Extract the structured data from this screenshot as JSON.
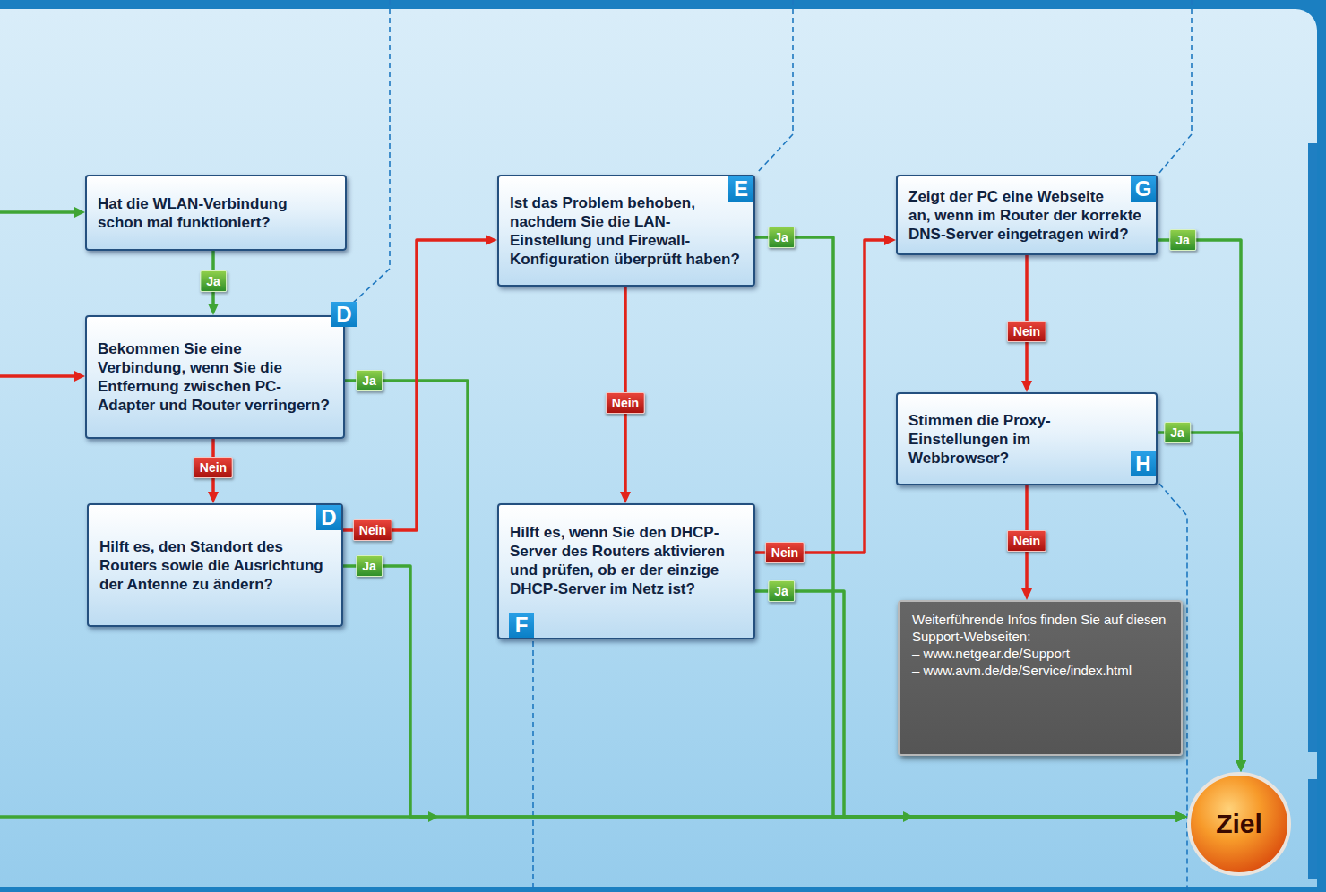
{
  "diagram": {
    "nodes": [
      {
        "text": [
          "Hat die WLAN-Verbindung schon mal funktioniert?"
        ]
      },
      {
        "text": [
          "Bekommen Sie eine Verbindung, wenn Sie die Entfernung zwischen PC-Adapter und Router verringern?",
          "D"
        ]
      },
      {
        "text": [
          "Hilft es, den Standort des Routers sowie die Ausrichtung der Antenne zu ändern?",
          "D"
        ]
      },
      {
        "text": [
          "Ist das Problem behoben, nachdem Sie die LAN-Einstellung und Firewall-Konfiguration überprüft haben?",
          "E"
        ]
      },
      {
        "text": [
          "Hilft es, wenn Sie den DHCP-Server des Routers aktivieren und prüfen, ob er der einzige DHCP-Server im Netz ist?",
          "F"
        ]
      },
      {
        "text": [
          "Zeigt der PC eine Webseite an, wenn im Router der korrekte DNS-Server eingetragen wird?",
          "G"
        ]
      },
      {
        "text": [
          "Stimmen die Proxy-Einstellungen im Webbrowser?",
          "H"
        ]
      },
      {
        "text": [
          "Weiterführende Infos finden Sie auf diesen Support-Webseiten:",
          "– www.netgear.de/Support",
          "– www.avm.de/de/Service/index.html"
        ]
      },
      {
        "text": [
          "Ziel"
        ]
      }
    ],
    "edges": [
      {
        "from": 0,
        "to": 1,
        "label": "Ja",
        "arrow": "to"
      },
      {
        "from": 1,
        "to": 2,
        "label": "Nein",
        "arrow": "to"
      },
      {
        "from": 1,
        "to": 8,
        "label": "Ja",
        "arrow": "to"
      },
      {
        "from": 2,
        "to": 3,
        "label": "Nein",
        "arrow": "to"
      },
      {
        "from": 2,
        "to": 8,
        "label": "Ja",
        "arrow": "to"
      },
      {
        "from": 3,
        "to": 8,
        "label": "Ja",
        "arrow": "to"
      },
      {
        "from": 3,
        "to": 4,
        "label": "Nein",
        "arrow": "to"
      },
      {
        "from": 4,
        "to": 5,
        "label": "Nein",
        "arrow": "to"
      },
      {
        "from": 4,
        "to": 8,
        "label": "Ja",
        "arrow": "to"
      },
      {
        "from": 5,
        "to": 8,
        "label": "Ja",
        "arrow": "to"
      },
      {
        "from": 5,
        "to": 6,
        "label": "Nein",
        "arrow": "to"
      },
      {
        "from": 6,
        "to": 8,
        "label": "Ja",
        "arrow": "to"
      },
      {
        "from": 6,
        "to": 7,
        "label": "Nein",
        "arrow": "to"
      }
    ]
  }
}
